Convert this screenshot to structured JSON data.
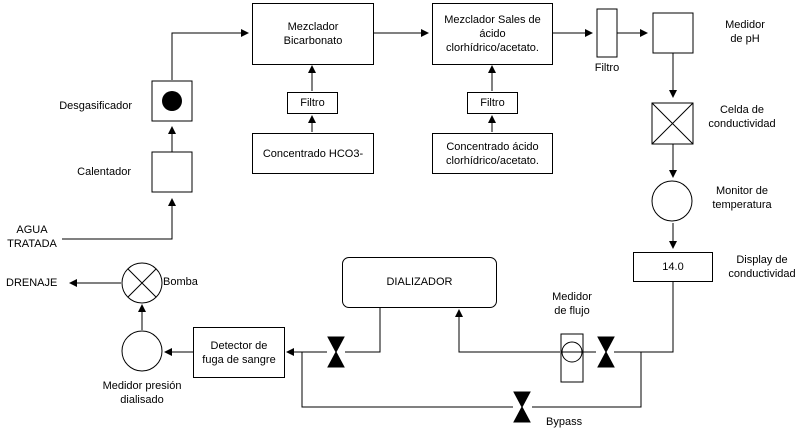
{
  "nodes": {
    "agua_tratada": "AGUA\nTRATADA",
    "calentador": "Calentador",
    "desgasificador": "Desgasificador",
    "mezclador_bicarbonato": "Mezclador\nBicarbonato",
    "filtro_hco3": "Filtro",
    "concentrado_hco3": "Concentrado HCO3-",
    "mezclador_acido": "Mezclador Sales de\nácido\nclorhídrico/acetato.",
    "filtro_acido": "Filtro",
    "concentrado_acido": "Concentrado ácido\nclorhídrico/acetato.",
    "filtro_main": "Filtro",
    "medidor_ph": "Medidor\nde pH",
    "celda_conductividad": "Celda de\nconductividad",
    "monitor_temperatura": "Monitor de\ntemperatura",
    "display_conductividad_value": "14.0",
    "display_conductividad_label": "Display de\nconductividad",
    "dializador": "DIALIZADOR",
    "medidor_flujo": "Medidor\nde flujo",
    "bypass": "Bypass",
    "detector_fuga": "Detector de\nfuga de sangre",
    "medidor_presion": "Medidor presión\ndialisado",
    "bomba": "Bomba",
    "drenaje": "DRENAJE"
  }
}
